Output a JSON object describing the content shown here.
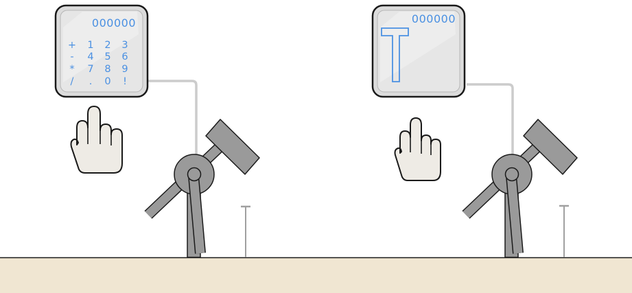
{
  "colors": {
    "ground_fill": "#f0e6d2",
    "ground_line": "#1a1a1a",
    "display_text": "#4a90e2",
    "screen_bg": "#e4e4e4",
    "frame": "#1a1a1a",
    "hammer_fill": "#9a9a9a",
    "hand_fill": "#eeebe5",
    "cable": "#cccccc"
  },
  "left_panel": {
    "display": "000000",
    "keypad": [
      [
        "+",
        "1",
        "2",
        "3"
      ],
      [
        "-",
        "4",
        "5",
        "6"
      ],
      [
        "*",
        "7",
        "8",
        "9"
      ],
      [
        "/",
        ".",
        "0",
        "!"
      ]
    ]
  },
  "right_panel": {
    "display": "000000",
    "glyph": "T"
  },
  "icons": {
    "hand": "pointing-hand-icon",
    "hammer": "hammer-icon",
    "nail": "nail-icon"
  }
}
